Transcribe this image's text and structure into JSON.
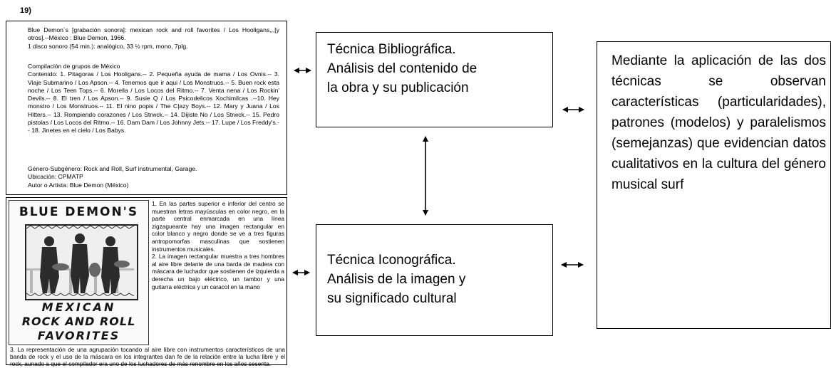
{
  "figure_number": "19)",
  "record": {
    "title_lines": [
      "Blue Demon´s [grabación sonora]: mexican rock and roll favorites / Los Hooligans,,,[y otros].--México : Blue Demon, 1966.",
      "1 disco sonoro (54 min.): analógico, 33 ½ rpm, mono, 7plg."
    ],
    "compilation_heading": "Compilación de grupos de México",
    "contents": "Contenido: 1. Pitagoras / Los Hooligans.-- 2. Pequeña ayuda de mama / Los Ovnis.-- 3. Viaje Submarino / Los Apson.-- 4. Tenemos que ir aqui / Los Monstruos.-- 5. Buen rock esta noche / Los Teen Tops.-- 6. Morella / Los Locos del Ritmo.-- 7. Venta nena / Los Rockin' Devils.-- 8. El tren / Los Apson.-- 9. Susie Q / Los Psicodelicos Xochimilcas .--10. Hey monstro / Los Monstruos.-- 11. El nino popis / The C|azy Boys.-- 12. Mary y Juana / Los Hitters.-- 13. Rompiendo corazones / Los Strwck.-- 14. Dijiste No / Los Strwck.-- 15. Pedro pistolas / Los Locos del Ritmo.-- 16. Dam Dam / Los Johnny Jets.-- 17. Lupe / Los Freddy's.-- 18. Jinetes en el cielo / Los Babys.",
    "genre": "Género-Subgénero: Rock and Roll, Surf instrumental, Garage.",
    "location": "Ubicación: CPMATP",
    "author": "Autor o Artista: Blue Demon (México)"
  },
  "album_cover": {
    "top_text": "BLUE DEMON'S",
    "bottom_lines": [
      "MEXICAN",
      "ROCK AND ROLL",
      "FAVORITES"
    ]
  },
  "album_analysis": {
    "note1": "1. En las partes superior e inferior del centro se muestran letras mayúsculas en color negro, en la parte central enmarcada en una línea zigzagueante hay una imagen rectangular en color blanco y negro donde se ve a tres figuras antropomorfas masculinas que sostienen instrumentos musicales.",
    "note2": "2. La imagen rectangular muestra a tres hombres al aire libre delante de una barda de madera con máscara de luchador que sostienen de izquierda a derecha un bajo eléctrico, un tambor y una guitarra eléctrica y un caracol en la mano",
    "note3": "3. La representación de una agrupación tocando al aire libre con instrumentos característicos de una banda de rock y el uso de la máscara en los integrantes dan fe de la relación entre la lucha libre y el rock, aunado a que el compilador era uno de los luchadores de más renombre en los años sesenta."
  },
  "boxes": {
    "bibliographic": [
      "Técnica Bibliográfica.",
      "Análisis del contenido de",
      "la obra y su publicación"
    ],
    "iconographic": [
      "Técnica Iconográfica.",
      "Análisis de la imagen y",
      "su significado cultural"
    ],
    "result": "Mediante la aplicación de las dos técnicas se observan características (particularidades), patrones (modelos) y paralelismos (semejanzas) que evidencian datos cualitativos en la cultura del género musical surf"
  }
}
